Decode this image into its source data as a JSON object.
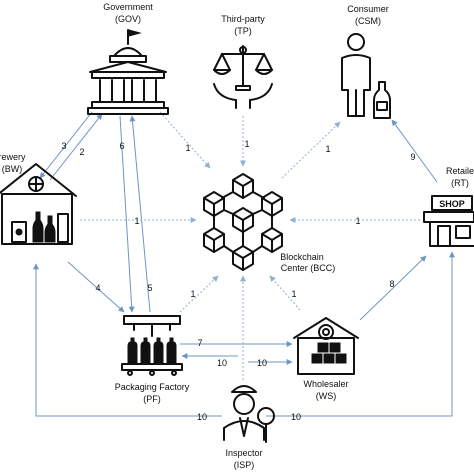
{
  "nodes": {
    "gov": {
      "name": "Government",
      "abbr": "(GOV)"
    },
    "tp": {
      "name": "Third-party",
      "abbr": "(TP)"
    },
    "csm": {
      "name": "Consumer",
      "abbr": "(CSM)"
    },
    "bw": {
      "name": "rewery",
      "abbr": "(BW)"
    },
    "rt": {
      "name": "Retaile",
      "abbr": "(RT)",
      "sign": "SHOP"
    },
    "bcc": {
      "name": "Blockchain",
      "abbr": "Center (BCC)"
    },
    "pf": {
      "name": "Packaging Factory",
      "abbr": "(PF)"
    },
    "ws": {
      "name": "Wholesaler",
      "abbr": "(WS)"
    },
    "isp": {
      "name": "Inspector",
      "abbr": "(ISP)"
    }
  },
  "edge_labels": {
    "gov_bw_3": "3",
    "bw_gov_2": "2",
    "gov_pf_6": "6",
    "pf_gov_5": "5",
    "gov_bcc": "1",
    "tp_bcc": "1",
    "csm_bcc": "1",
    "rt_csm_9": "9",
    "bw_bcc": "1",
    "rt_bcc": "1",
    "bw_pf_4": "4",
    "pf_bcc": "1",
    "ws_bcc": "1",
    "ws_rt_8": "8",
    "pf_ws_7": "7",
    "isp_pf_10": "10",
    "isp_ws_10": "10",
    "isp_bw_10": "10",
    "isp_rt_10": "10"
  },
  "colors": {
    "edge": "#6b97c6",
    "dashed": "#8fb0d6",
    "icon": "#111111"
  }
}
